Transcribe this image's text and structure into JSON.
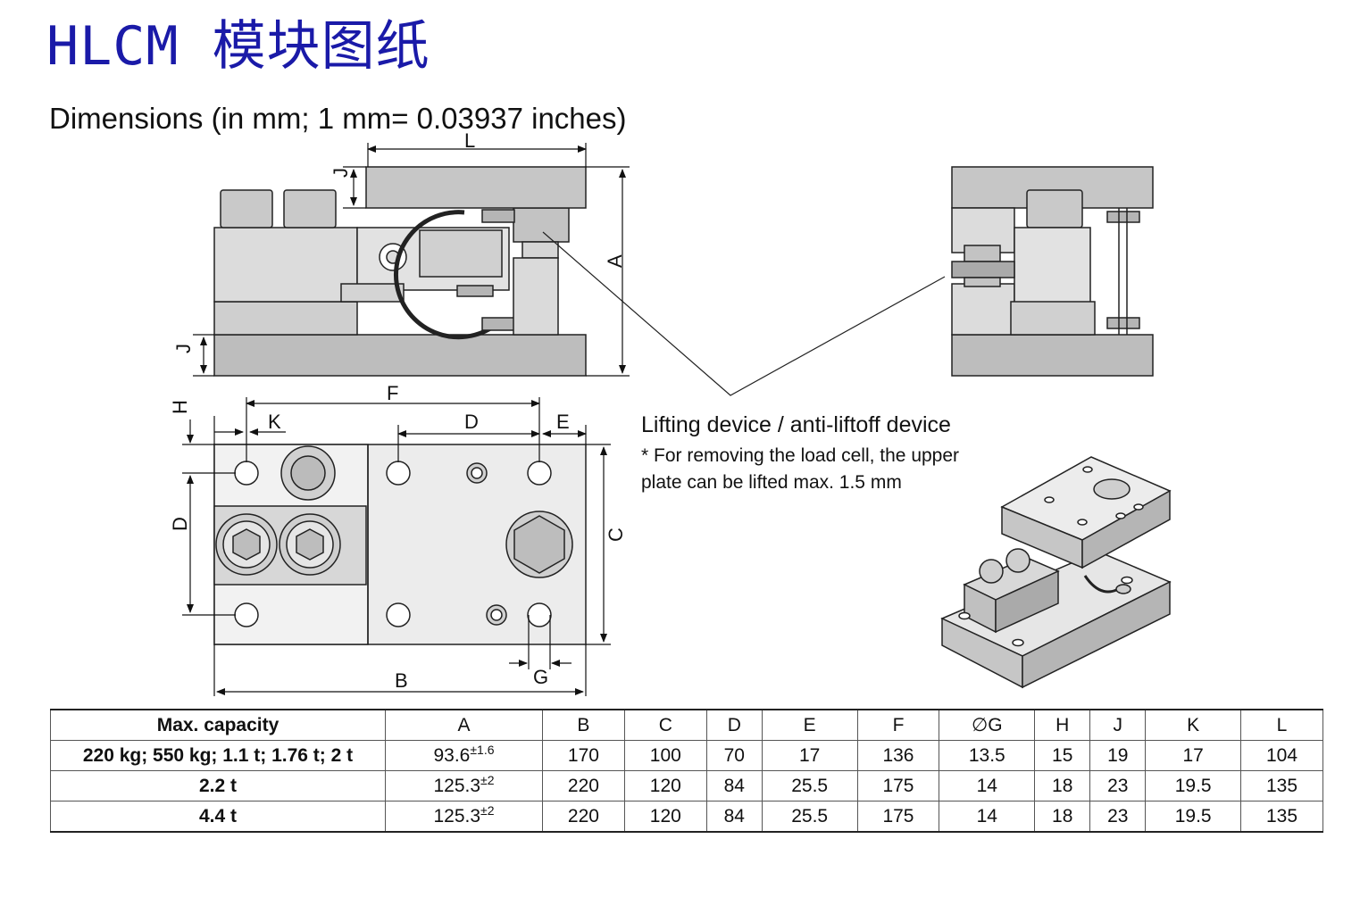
{
  "title": "HLCM 模块图纸",
  "subtitle": "Dimensions (in mm; 1 mm= 0.03937 inches)",
  "dimension_labels": {
    "L": "L",
    "J": "J",
    "A": "A",
    "F": "F",
    "H": "H",
    "K": "K",
    "D": "D",
    "E": "E",
    "C": "C",
    "B": "B",
    "G": "G"
  },
  "lifting": {
    "title": "Lifting device / anti-liftoff device",
    "note_line1": "* For removing the load cell, the upper",
    "note_line2": "plate can be lifted max. 1.5 mm"
  },
  "table": {
    "headers": [
      "Max. capacity",
      "A",
      "B",
      "C",
      "D",
      "E",
      "F",
      "∅G",
      "H",
      "J",
      "K",
      "L"
    ],
    "rows": [
      {
        "capacity": "220 kg; 550 kg; 1.1 t; 1.76 t; 2 t",
        "A": "93.6",
        "A_tol": "±1.6",
        "B": "170",
        "C": "100",
        "D": "70",
        "E": "17",
        "F": "136",
        "G": "13.5",
        "H": "15",
        "J": "19",
        "K": "17",
        "L": "104"
      },
      {
        "capacity": "2.2 t",
        "A": "125.3",
        "A_tol": "±2",
        "B": "220",
        "C": "120",
        "D": "84",
        "E": "25.5",
        "F": "175",
        "G": "14",
        "H": "18",
        "J": "23",
        "K": "19.5",
        "L": "135"
      },
      {
        "capacity": "4.4 t",
        "A": "125.3",
        "A_tol": "±2",
        "B": "220",
        "C": "120",
        "D": "84",
        "E": "25.5",
        "F": "175",
        "G": "14",
        "H": "18",
        "J": "23",
        "K": "19.5",
        "L": "135"
      }
    ]
  }
}
